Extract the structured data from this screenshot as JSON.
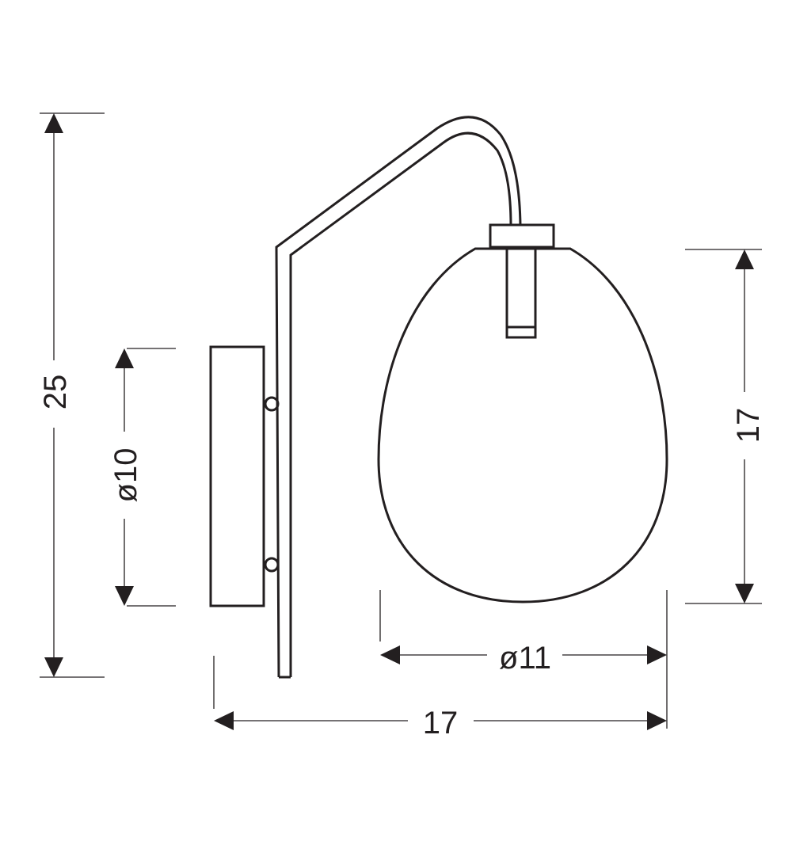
{
  "title": "Wall lamp dimension drawing",
  "dimensions": {
    "total_height": "25",
    "backplate_diameter": "ø10",
    "globe_height": "17",
    "globe_diameter": "ø11",
    "total_depth": "17"
  },
  "colors": {
    "line": "#231f20",
    "background": "#ffffff"
  }
}
